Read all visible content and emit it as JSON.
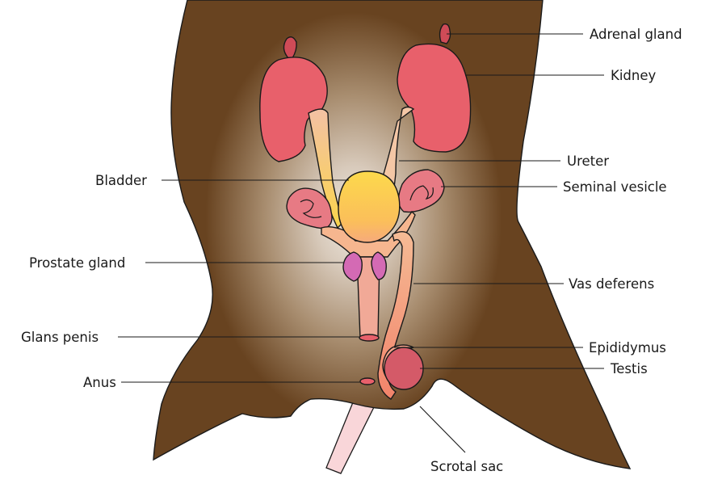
{
  "diagram": {
    "labels": {
      "adrenal_gland": "Adrenal gland",
      "kidney": "Kidney",
      "ureter": "Ureter",
      "seminal_vesicle": "Seminal vesicle",
      "bladder": "Bladder",
      "prostate_gland": "Prostate gland",
      "vas_deferens": "Vas deferens",
      "glans_penis": "Glans penis",
      "epididymus": "Epididymus",
      "testis": "Testis",
      "anus": "Anus",
      "scrotal_sac": "Scrotal sac"
    },
    "colors": {
      "body": "#684320",
      "glow": "#f2ece4",
      "kidney": "#e8606b",
      "adrenal": "#cf4b57",
      "ureter": "#f3b99c",
      "bladder": "#fbd54c",
      "seminal_vesicle": "#e77a84",
      "prostate": "#d46ab4",
      "urethra": "#f1a997",
      "vas_deferens": "#f4a88a",
      "testis": "#d45a68",
      "anus": "#e8606b",
      "tail": "#f9d6d9"
    }
  }
}
